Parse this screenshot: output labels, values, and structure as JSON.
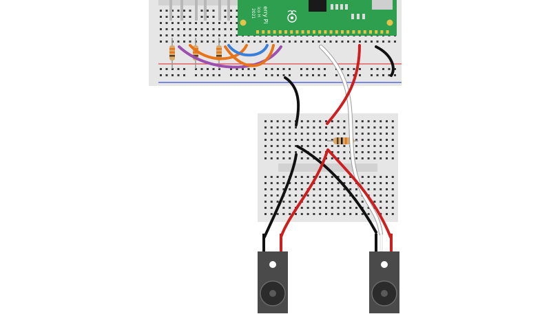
{
  "pico": {
    "label_line1": "erry Pi",
    "label_line2": "ico H",
    "label_line3": "2021",
    "colors": {
      "board": "#2e9e4f",
      "chip": "#1a1a1a",
      "pad": "#e3c34a"
    }
  },
  "colors": {
    "breadboard": "#e6e6e6",
    "hole": "#3a3a3a",
    "rail_red": "#e04545",
    "rail_blue": "#3b4fe0",
    "wire_red": "#cc1f1f",
    "wire_black": "#111111",
    "wire_white": "#ffffff",
    "wire_blue": "#3a7fd9",
    "wire_orange": "#e8741a",
    "wire_purple": "#9c4fae",
    "speaker_body": "#4a4a4a",
    "speaker_cone": "#2b2b2b"
  }
}
